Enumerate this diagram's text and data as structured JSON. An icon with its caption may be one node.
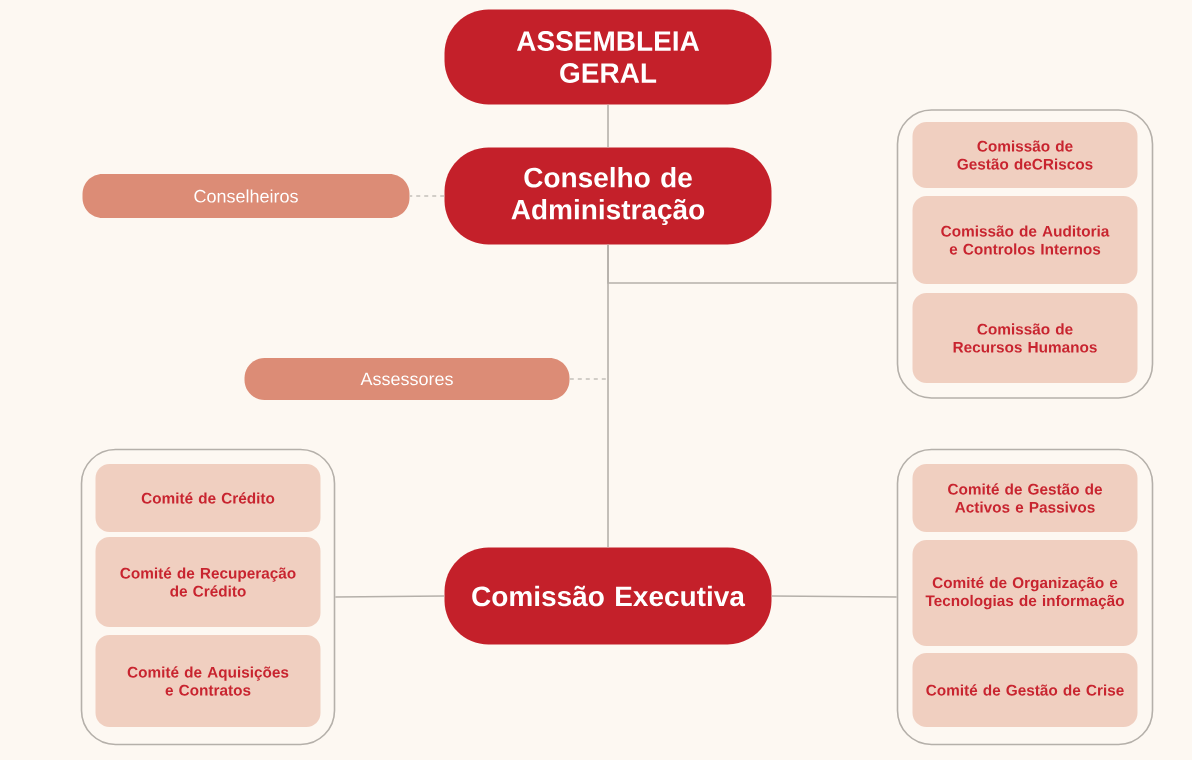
{
  "diagram": {
    "nodes": [
      {
        "text": [
          "ASSEMBLEIA GERAL"
        ]
      },
      {
        "text": [
          "Conselho de Administração"
        ]
      },
      {
        "text": [
          "Conselheiros"
        ]
      },
      {
        "text": [
          "Assessores"
        ]
      },
      {
        "text": [],
        "shape": "box"
      },
      {
        "text": [
          "Comissão de Gestão deCRiscos"
        ],
        "in": 4
      },
      {
        "text": [
          "Comissão de Auditoria e Controlos Internos"
        ],
        "in": 4
      },
      {
        "text": [
          "Comissão de Recursos Humanos"
        ],
        "in": 4
      },
      {
        "text": [
          "Comissão Executiva"
        ]
      },
      {
        "text": [],
        "shape": "box"
      },
      {
        "text": [
          "Comité de Crédito"
        ],
        "in": 9
      },
      {
        "text": [
          "Comité de Recuperação de Crédito"
        ],
        "in": 9
      },
      {
        "text": [
          "Comité de Aquisições e Contratos"
        ],
        "in": 9
      },
      {
        "text": [],
        "shape": "box"
      },
      {
        "text": [
          "Comité de Gestão de Activos e Passivos"
        ],
        "in": 13
      },
      {
        "text": [
          "Comité de Organização e Tecnologias de informação"
        ],
        "in": 13
      },
      {
        "text": [
          "Comité de Gestão de Crise"
        ],
        "in": 13
      }
    ],
    "edges": [
      {
        "from": 0,
        "to": 1,
        "arrow": "none"
      },
      {
        "from": 1,
        "to": 2,
        "arrow": "none",
        "style": "dashed"
      },
      {
        "from": 1,
        "to": 4,
        "arrow": "none"
      },
      {
        "from": 3,
        "to": null,
        "arrow": "none",
        "style": "dashed"
      },
      {
        "from": 1,
        "to": 8,
        "arrow": "none"
      },
      {
        "from": 8,
        "to": 9,
        "arrow": "none"
      },
      {
        "from": 8,
        "to": 13,
        "arrow": "none"
      }
    ]
  }
}
